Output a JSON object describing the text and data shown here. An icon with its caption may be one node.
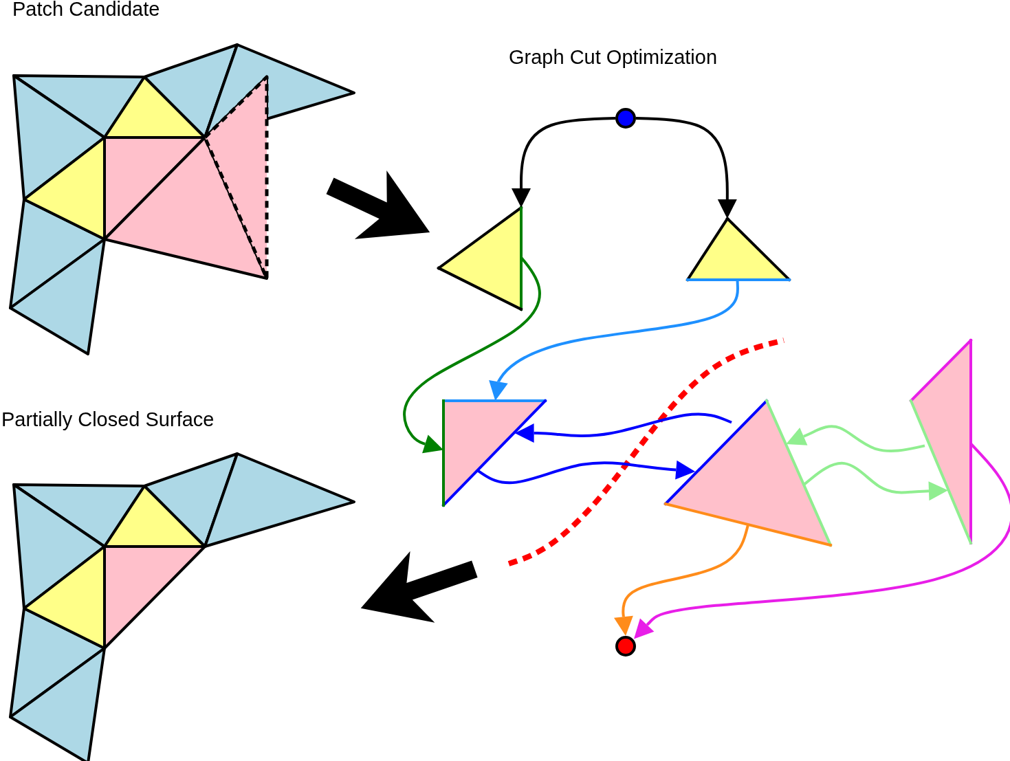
{
  "diagram": {
    "nodes": [
      {
        "text": [
          "Patch Candidate"
        ]
      },
      {
        "text": [
          "Graph Cut Optimization"
        ]
      },
      {
        "text": [],
        "shape": "circle",
        "in": 1
      },
      {
        "text": [],
        "shape": "triangle",
        "in": 1
      },
      {
        "text": [],
        "shape": "triangle",
        "in": 1
      },
      {
        "text": [],
        "shape": "triangle",
        "in": 1
      },
      {
        "text": [],
        "shape": "triangle",
        "in": 1
      },
      {
        "text": [],
        "shape": "triangle",
        "in": 1
      },
      {
        "text": [],
        "shape": "circle",
        "in": 1
      },
      {
        "text": [
          "Partially Closed Surface"
        ]
      }
    ],
    "edges": [
      {
        "from": 0,
        "to": 1,
        "arrow": "to",
        "style": "thick"
      },
      {
        "from": 1,
        "to": 9,
        "arrow": "to",
        "style": "thick"
      },
      {
        "from": 2,
        "to": 3,
        "arrow": "to"
      },
      {
        "from": 2,
        "to": 4,
        "arrow": "to"
      },
      {
        "from": 3,
        "to": 5,
        "arrow": "to",
        "color": "#008000"
      },
      {
        "from": 4,
        "to": 5,
        "arrow": "to",
        "color": "#1e90ff"
      },
      {
        "from": 6,
        "to": 5,
        "arrow": "to",
        "color": "#0000ff"
      },
      {
        "from": 5,
        "to": 6,
        "arrow": "to",
        "color": "#0000ff"
      },
      {
        "from": 7,
        "to": 6,
        "arrow": "to",
        "color": "#90ee90"
      },
      {
        "from": 6,
        "to": 7,
        "arrow": "to",
        "color": "#90ee90"
      },
      {
        "from": 6,
        "to": 8,
        "arrow": "to",
        "color": "#ff8c1a"
      },
      {
        "from": 7,
        "to": 8,
        "arrow": "to",
        "color": "#e81ee8"
      }
    ]
  }
}
